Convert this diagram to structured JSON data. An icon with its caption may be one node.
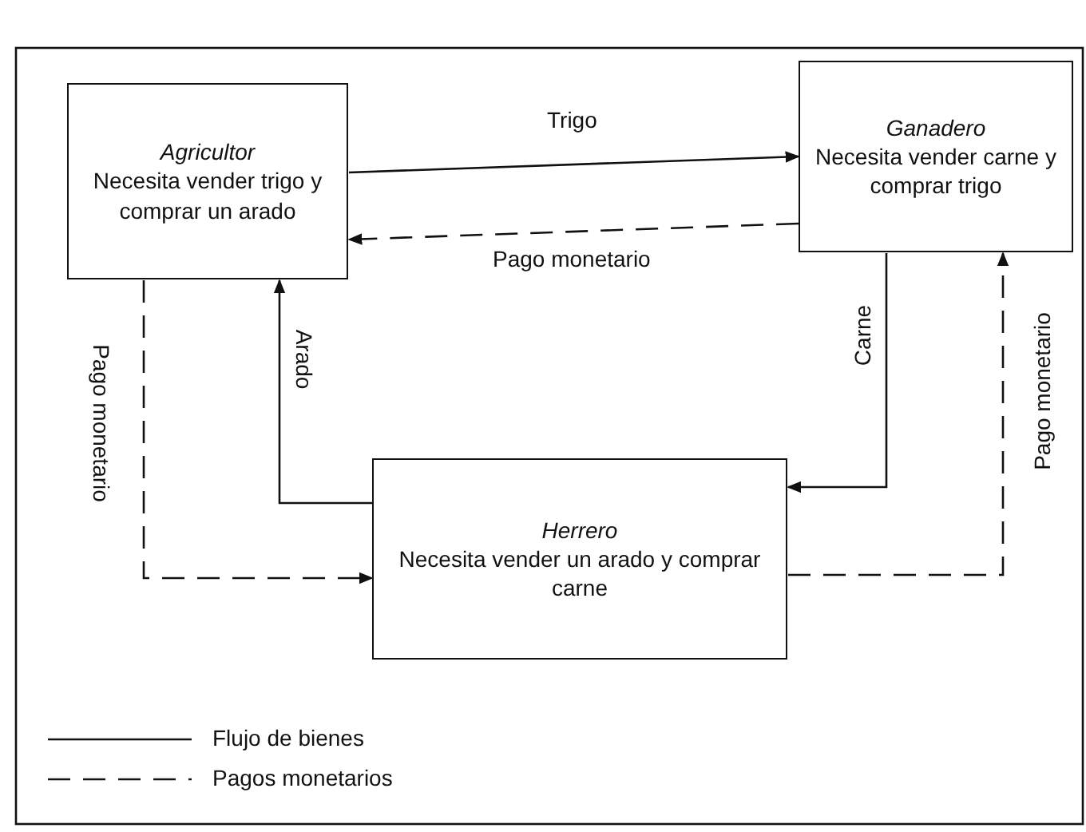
{
  "diagram": {
    "nodes": [
      {
        "text": [
          "Agricultor",
          "Necesita vender trigo y comprar un arado"
        ]
      },
      {
        "text": [
          "Ganadero",
          "Necesita vender carne y comprar trigo"
        ]
      },
      {
        "text": [
          "Herrero",
          "Necesita vender un arado y comprar carne"
        ]
      }
    ],
    "edges": [
      {
        "from": 0,
        "to": 1,
        "arrow": "to",
        "label": "Trigo"
      },
      {
        "from": 1,
        "to": 0,
        "arrow": "to",
        "label": "Pago monetario",
        "style": "dashed"
      },
      {
        "from": 2,
        "to": 0,
        "arrow": "to",
        "label": "Arado"
      },
      {
        "from": 1,
        "to": 2,
        "arrow": "to",
        "label": "Carne"
      },
      {
        "from": 0,
        "to": 2,
        "arrow": "to",
        "label": "Pago monetario",
        "style": "dashed"
      },
      {
        "from": 2,
        "to": 1,
        "arrow": "to",
        "label": "Pago monetario",
        "style": "dashed"
      }
    ],
    "legend": [
      {
        "text": "Flujo de bienes"
      },
      {
        "text": "Pagos monetarios"
      }
    ]
  }
}
